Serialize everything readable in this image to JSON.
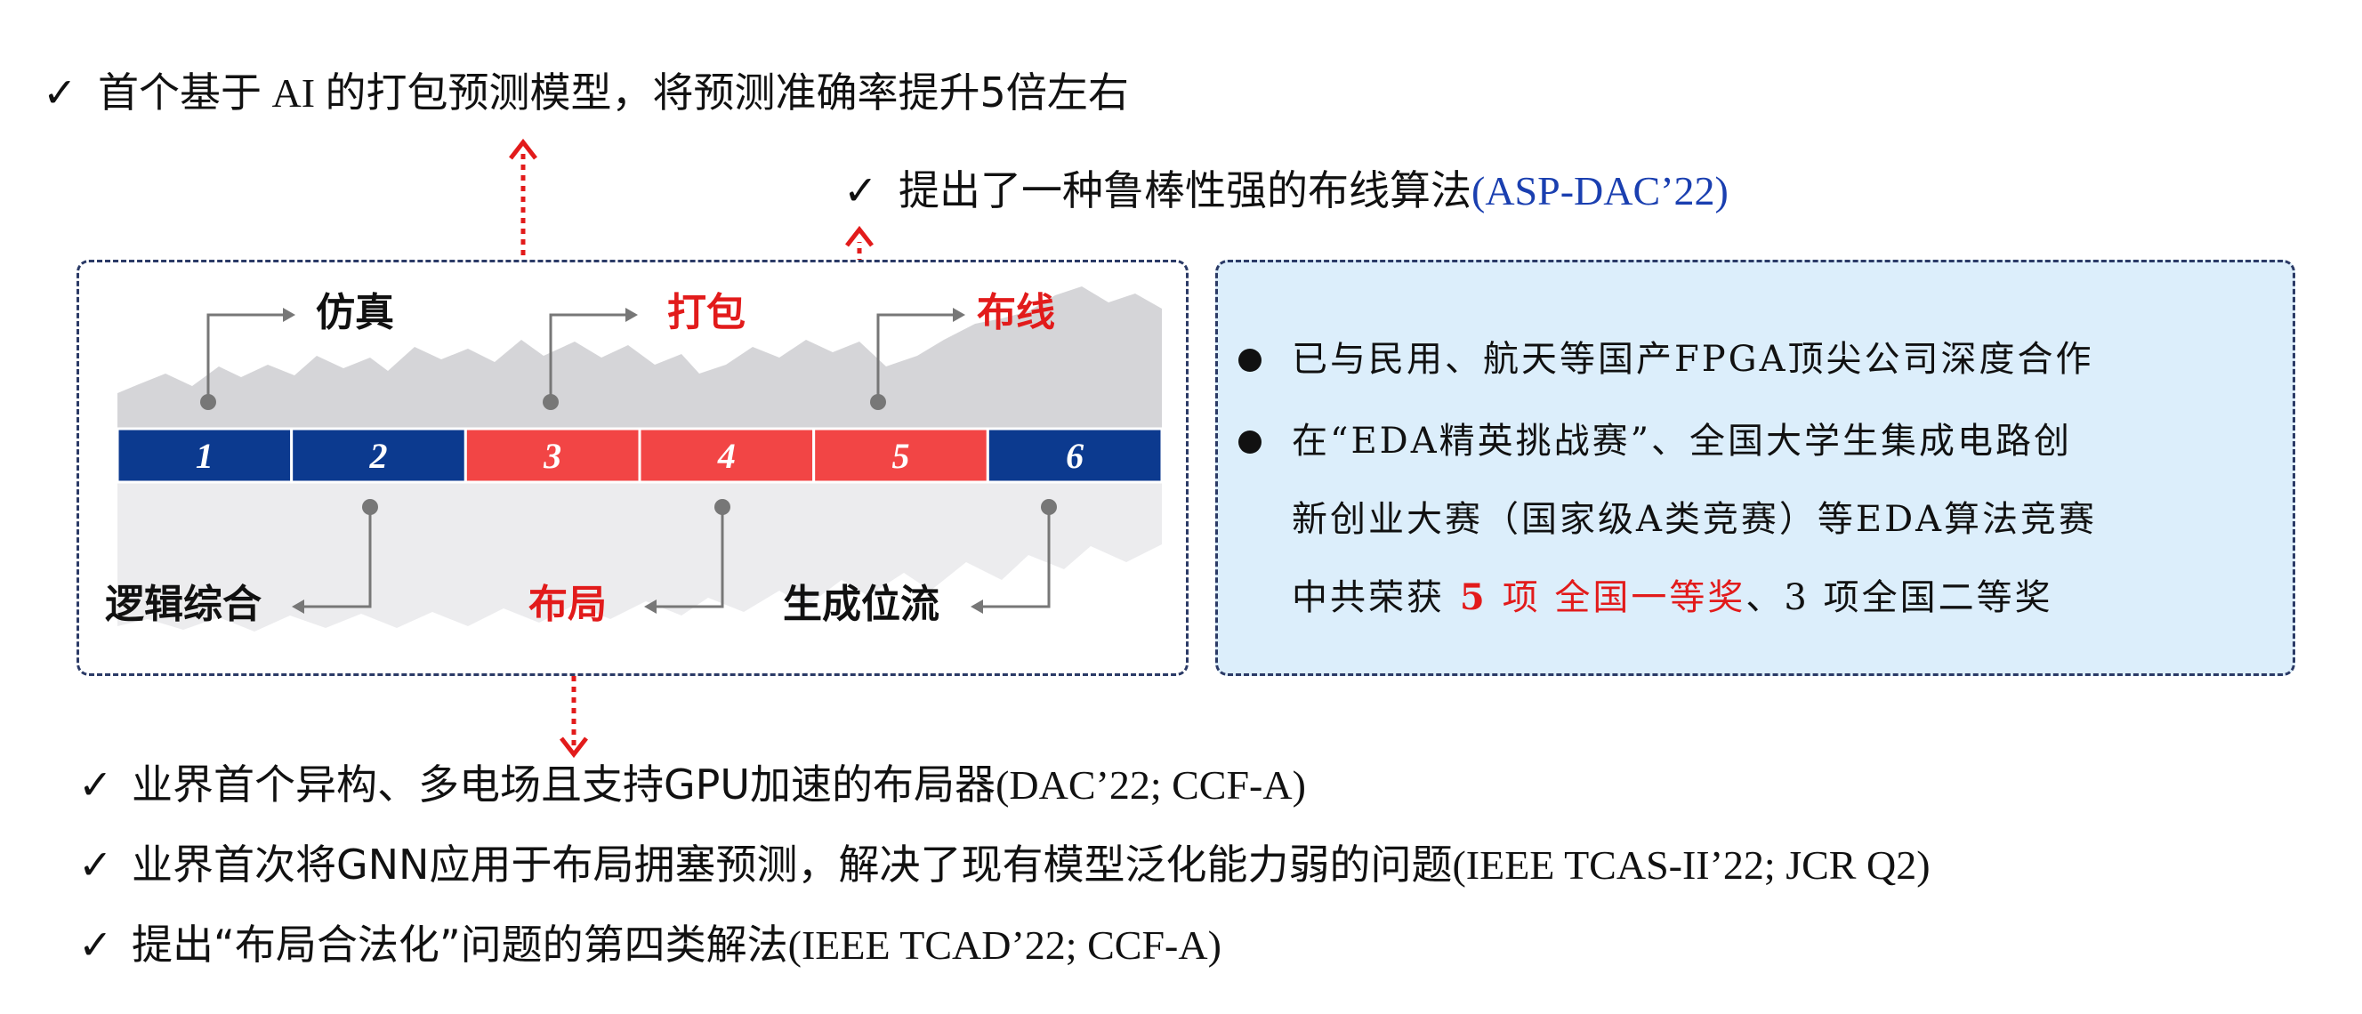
{
  "top_line": {
    "check": "✓",
    "text_pre": "首个基于",
    "text_ai": " AI ",
    "text_post": "的打包预测模型，将预测准确率提升5倍左右"
  },
  "second_line": {
    "check": "✓",
    "text": "提出了一种鲁棒性强的布线算法",
    "ref": "(ASP-DAC’22)"
  },
  "flow": {
    "segments": [
      "1",
      "2",
      "3",
      "4",
      "5",
      "6"
    ],
    "segment_colors": [
      "#0c3a8f",
      "#0c3a8f",
      "#f24545",
      "#f24545",
      "#f24545",
      "#0c3a8f"
    ],
    "labels_top": {
      "simulation": "仿真",
      "packing": "打包",
      "routing": "布线"
    },
    "labels_bottom": {
      "synthesis": "逻辑综合",
      "placement": "布局",
      "bitstream": "生成位流"
    },
    "colors": {
      "black": "#111111",
      "red": "#e21b1b",
      "arrow_gray": "#777777",
      "dot_red": "#e21b1b"
    }
  },
  "right_panel": {
    "bullet1": "已与民用、航天等国产FPGA顶尖公司深度合作",
    "bullet2_line1": "在“EDA精英挑战赛”、全国大学生集成电路创",
    "bullet2_line2": "新创业大赛（国家级A类竞赛）等EDA算法竞赛",
    "bullet2_line3_pre": "中共荣获",
    "bullet2_line3_num": " 5 ",
    "bullet2_line3_red": "项 全国一等奖",
    "bullet2_line3_post": "、3 项全国二等奖"
  },
  "bottom_lines": [
    {
      "check": "✓",
      "text": "业界首个异构、多电场且支持GPU加速的布局器",
      "ref": "(DAC’22; CCF-A)"
    },
    {
      "check": "✓",
      "text": "业界首次将GNN应用于布局拥塞预测，解决了现有模型泛化能力弱的问题",
      "ref": "(IEEE TCAS-II’22; JCR Q2)"
    },
    {
      "check": "✓",
      "text": "提出“布局合法化”问题的第四类解法",
      "ref": "(IEEE TCAD’22; CCF-A)"
    }
  ]
}
